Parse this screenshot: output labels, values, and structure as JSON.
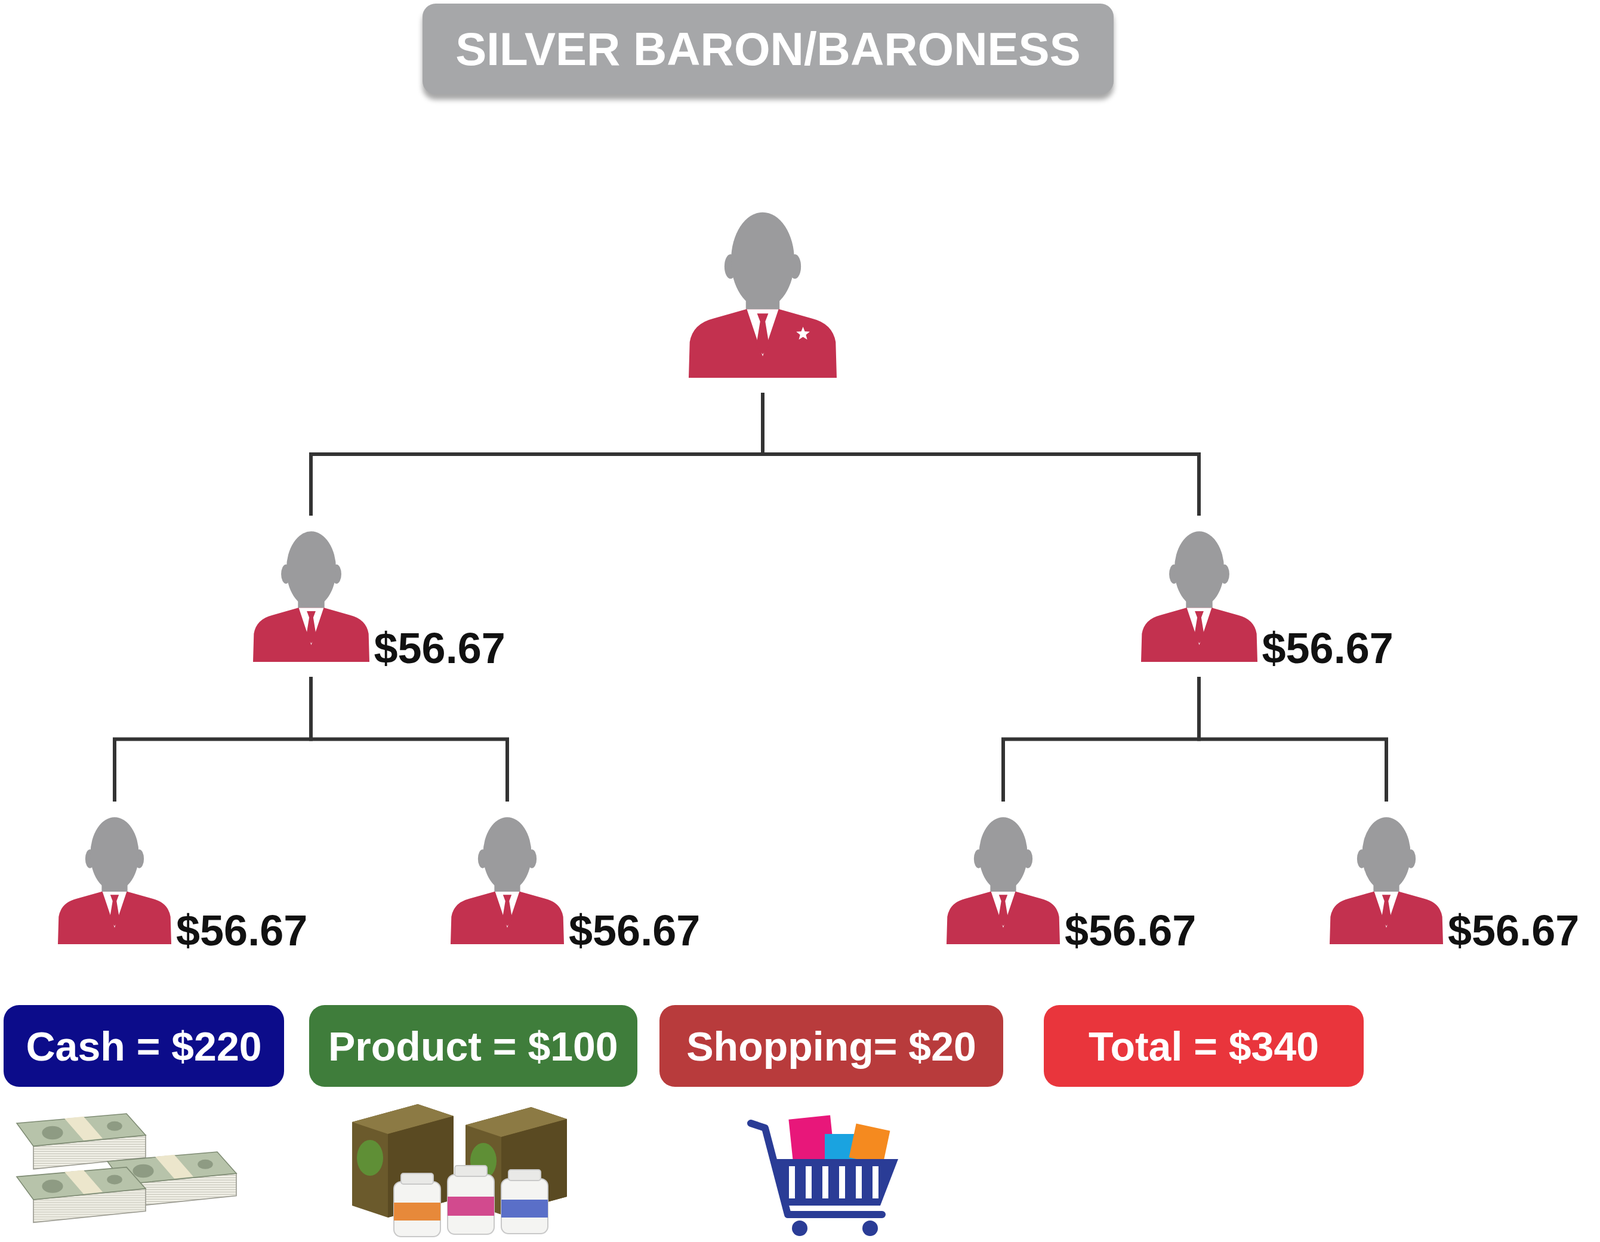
{
  "diagram": {
    "title": "SILVER BARON/BARONESS",
    "nodes": [
      {
        "text": []
      },
      {
        "text": [
          "$56.67"
        ]
      },
      {
        "text": [
          "$56.67"
        ]
      },
      {
        "text": [
          "$56.67"
        ]
      },
      {
        "text": [
          "$56.67"
        ]
      },
      {
        "text": [
          "$56.67"
        ]
      },
      {
        "text": [
          "$56.67"
        ]
      },
      {
        "text": [
          "Cash = $220"
        ]
      },
      {
        "text": [
          "Product = $100"
        ]
      },
      {
        "text": [
          "Shopping= $20"
        ]
      },
      {
        "text": [
          "Total = $340"
        ]
      }
    ],
    "edges": [
      {
        "from": 0,
        "to": 1,
        "arrow": "none"
      },
      {
        "from": 0,
        "to": 2,
        "arrow": "none"
      },
      {
        "from": 1,
        "to": 3,
        "arrow": "none"
      },
      {
        "from": 1,
        "to": 4,
        "arrow": "none"
      },
      {
        "from": 2,
        "to": 5,
        "arrow": "none"
      },
      {
        "from": 2,
        "to": 6,
        "arrow": "none"
      }
    ]
  }
}
